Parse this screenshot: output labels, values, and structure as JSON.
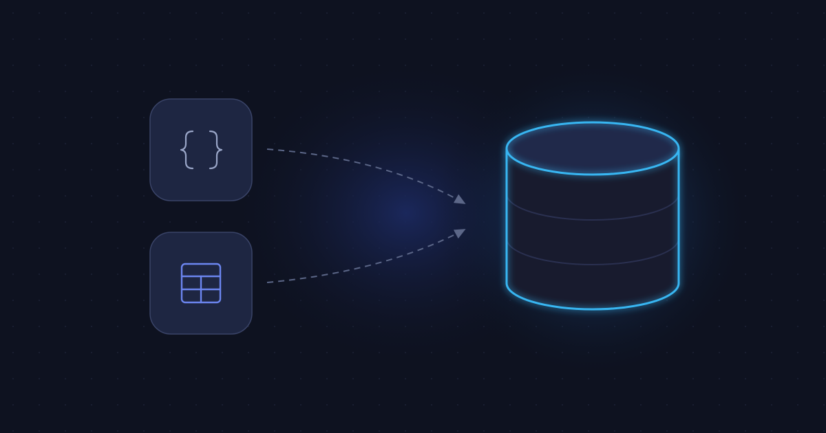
{
  "colors": {
    "background": "#0e1220",
    "card_fill": "#1e2642",
    "card_border": "#3a4468",
    "json_icon": "#9aa6c8",
    "table_icon": "#6c86f0",
    "connector": "#5c6788",
    "database_outline": "#38b6f2",
    "database_fill": "#181b2e",
    "database_top_fill": "#20294a",
    "database_separator": "#2a3050",
    "glow": "#1c3a6a"
  },
  "sources": [
    {
      "id": "json-source",
      "icon": "curly-braces-icon"
    },
    {
      "id": "table-source",
      "icon": "table-grid-icon"
    }
  ],
  "target": {
    "icon": "database-icon",
    "segments": 3
  },
  "connectors": [
    {
      "from": "json-source",
      "to": "database",
      "style": "dashed-arrow"
    },
    {
      "from": "table-source",
      "to": "database",
      "style": "dashed-arrow"
    }
  ]
}
